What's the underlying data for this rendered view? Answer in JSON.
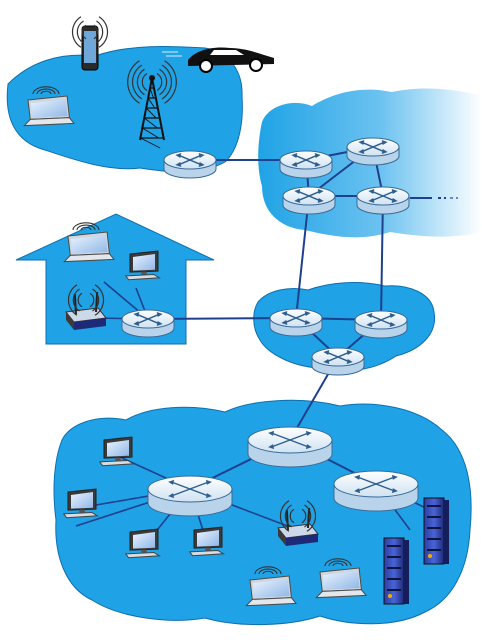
{
  "diagram": {
    "colors": {
      "cloud": "#1fa3e6",
      "cloud_light": "#9fd6f5",
      "cloud_edge": "#0d6fb0",
      "link": "#1f3f8f",
      "router_top": "#eef6fc",
      "router_side": "#b9d4ea",
      "router_edge": "#3a6b98",
      "wifi": "#333333"
    },
    "regions": [
      {
        "id": "mobile-network",
        "kind": "cloud"
      },
      {
        "id": "global-isp",
        "kind": "cloud"
      },
      {
        "id": "home-network",
        "kind": "house"
      },
      {
        "id": "regional-isp",
        "kind": "cloud"
      },
      {
        "id": "institutional-network",
        "kind": "cloud"
      }
    ],
    "routers": [
      {
        "id": "r-mobile"
      },
      {
        "id": "r-global-1"
      },
      {
        "id": "r-global-2"
      },
      {
        "id": "r-global-3"
      },
      {
        "id": "r-global-4"
      },
      {
        "id": "r-home"
      },
      {
        "id": "r-regional-1"
      },
      {
        "id": "r-regional-2"
      },
      {
        "id": "r-regional-3"
      },
      {
        "id": "r-inst-core"
      },
      {
        "id": "r-inst-left"
      },
      {
        "id": "r-inst-right"
      }
    ],
    "links": [
      [
        "r-mobile",
        "r-global-1"
      ],
      [
        "r-global-1",
        "r-global-2"
      ],
      [
        "r-global-1",
        "r-global-3"
      ],
      [
        "r-global-2",
        "r-global-3"
      ],
      [
        "r-global-2",
        "r-global-4"
      ],
      [
        "r-global-3",
        "r-global-4"
      ],
      [
        "r-global-3",
        "r-regional-1"
      ],
      [
        "r-global-4",
        "r-regional-2"
      ],
      [
        "r-home",
        "r-regional-1"
      ],
      [
        "r-regional-1",
        "r-regional-2"
      ],
      [
        "r-regional-1",
        "r-regional-3"
      ],
      [
        "r-regional-2",
        "r-regional-3"
      ],
      [
        "r-regional-3",
        "r-inst-core"
      ],
      [
        "r-inst-core",
        "r-inst-left"
      ],
      [
        "r-inst-core",
        "r-inst-right"
      ]
    ],
    "devices": [
      {
        "id": "smartphone",
        "type": "phone"
      },
      {
        "id": "car",
        "type": "car"
      },
      {
        "id": "mobile-laptop",
        "type": "laptop"
      },
      {
        "id": "cell-tower",
        "type": "tower"
      },
      {
        "id": "home-laptop",
        "type": "laptop"
      },
      {
        "id": "home-pc",
        "type": "pc"
      },
      {
        "id": "home-wifi-router",
        "type": "access-point"
      },
      {
        "id": "inst-pc-1",
        "type": "pc"
      },
      {
        "id": "inst-pc-2",
        "type": "pc"
      },
      {
        "id": "inst-pc-3",
        "type": "pc"
      },
      {
        "id": "inst-pc-4",
        "type": "pc"
      },
      {
        "id": "inst-access-point",
        "type": "access-point"
      },
      {
        "id": "inst-laptop-1",
        "type": "laptop"
      },
      {
        "id": "inst-laptop-2",
        "type": "laptop"
      },
      {
        "id": "server-1",
        "type": "server"
      },
      {
        "id": "server-2",
        "type": "server"
      }
    ]
  }
}
